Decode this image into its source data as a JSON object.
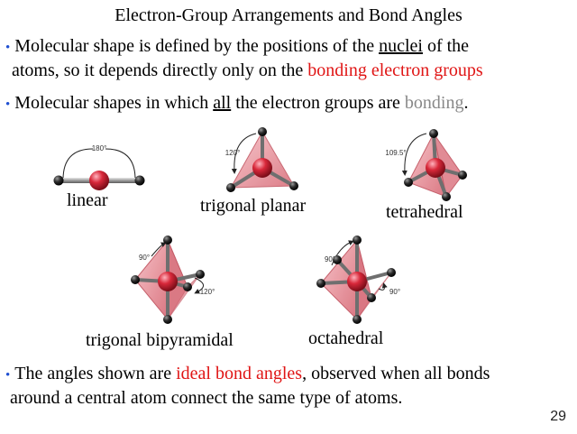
{
  "slide": {
    "title": "Electron-Group Arrangements and Bond Angles",
    "page_number": "29"
  },
  "bullets": {
    "b1": {
      "text_a": "Molecular shape is defined by the positions of the ",
      "nuclei": "nuclei",
      "text_b": " of the",
      "text_c": "atoms, so it depends directly only on the ",
      "highlight": "bonding electron groups"
    },
    "b2": {
      "text_a": "Molecular shapes in which ",
      "all": "all",
      "text_b": " the electron groups are ",
      "highlight": "bonding",
      "end": "."
    },
    "b3": {
      "text_a": "The angles shown are ",
      "highlight": "ideal bond angles",
      "text_b": ", observed when all bonds",
      "text_c": "around a central atom connect the same type of atoms."
    }
  },
  "shapes": {
    "linear": {
      "label": "linear",
      "angle": "180°"
    },
    "trigonal_planar": {
      "label": "trigonal planar",
      "angle": "120°"
    },
    "tetrahedral": {
      "label": "tetrahedral",
      "angle": "109.5°"
    },
    "trigonal_bipyramidal": {
      "label": "trigonal bipyramidal",
      "angle_axial": "90°",
      "angle_equatorial": "120°"
    },
    "octahedral": {
      "label": "octahedral",
      "angle_a": "90°",
      "angle_b": "90°"
    }
  },
  "colors": {
    "bullet": "#1f4fd1",
    "highlight_red": "#e01515",
    "highlight_gray": "#888888",
    "center_atom": "#d8283a",
    "outer_atom": "#2b2b2b",
    "polyhedron": "#f0a0a8"
  }
}
